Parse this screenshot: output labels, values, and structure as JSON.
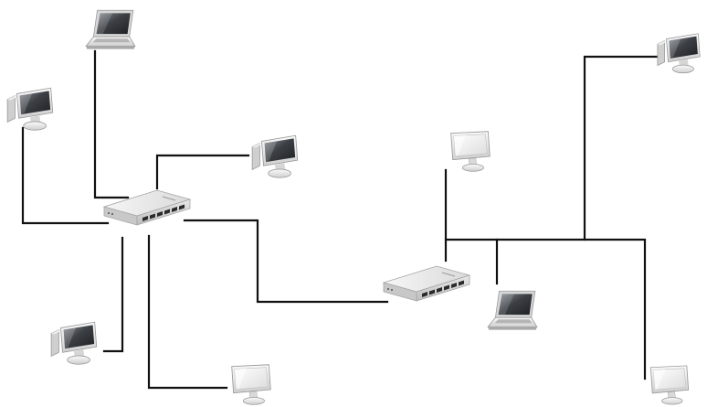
{
  "diagram": {
    "kind": "network-topology",
    "colors": {
      "cable": "#111111",
      "device_body": "#e6e6e6",
      "device_shadow": "#9a9a9a",
      "screen_dark": "#3c3f44",
      "screen_light": "#f1f1f1",
      "port": "#2a2a2a"
    },
    "switches": [
      {
        "id": "switch-1",
        "icon": "network-switch-icon",
        "ports": 6
      },
      {
        "id": "switch-2",
        "icon": "network-switch-icon",
        "ports": 6
      }
    ],
    "devices": [
      {
        "id": "laptop-top-left",
        "type": "laptop",
        "icon": "laptop-icon",
        "screen": "dark",
        "connected_to": "switch-1"
      },
      {
        "id": "desktop-left",
        "type": "desktop",
        "icon": "desktop-computer-icon",
        "screen": "dark",
        "connected_to": "switch-1"
      },
      {
        "id": "desktop-center-top",
        "type": "desktop",
        "icon": "desktop-computer-icon",
        "screen": "dark",
        "connected_to": "switch-1"
      },
      {
        "id": "desktop-bottom-left",
        "type": "desktop",
        "icon": "desktop-computer-icon",
        "screen": "dark",
        "connected_to": "switch-1"
      },
      {
        "id": "monitor-bottom-center",
        "type": "monitor",
        "icon": "monitor-icon",
        "screen": "light",
        "connected_to": "switch-1"
      },
      {
        "id": "monitor-center-right",
        "type": "monitor",
        "icon": "monitor-icon",
        "screen": "light",
        "connected_to": "switch-2"
      },
      {
        "id": "laptop-right",
        "type": "laptop",
        "icon": "laptop-icon",
        "screen": "dark",
        "connected_to": "switch-2"
      },
      {
        "id": "desktop-top-right",
        "type": "desktop",
        "icon": "desktop-computer-icon",
        "screen": "dark",
        "connected_to": "switch-2"
      },
      {
        "id": "monitor-bottom-right",
        "type": "monitor",
        "icon": "monitor-icon",
        "screen": "light",
        "connected_to": "switch-2"
      }
    ],
    "links": [
      {
        "from": "switch-1",
        "to": "switch-2"
      }
    ]
  }
}
